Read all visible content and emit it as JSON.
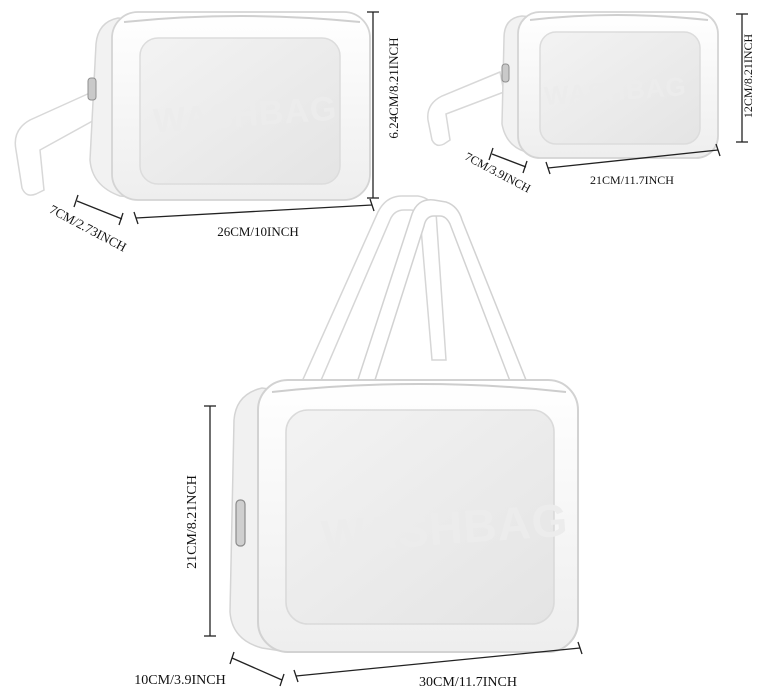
{
  "product": {
    "brand_text": "WASHBAG",
    "colors": {
      "bag_body": "#f6f6f6",
      "bag_outline": "#d9d9d9",
      "window": "#e9e9e9",
      "strap": "#ffffff",
      "zipper": "#9a9a9a",
      "dimension_ink": "#111111"
    }
  },
  "bags": {
    "medium": {
      "height_label": "6.24CM/8.21INCH",
      "width_label": "26CM/10INCH",
      "depth_label": "7CM/2.73INCH"
    },
    "small": {
      "height_label": "12CM/8.21INCH",
      "width_label": "21CM/11.7INCH",
      "depth_label": "7CM/3.9INCH"
    },
    "large": {
      "height_label": "21CM/8.21NCH",
      "width_label": "30CM/11.7INCH",
      "depth_label": "10CM/3.9INCH"
    }
  }
}
